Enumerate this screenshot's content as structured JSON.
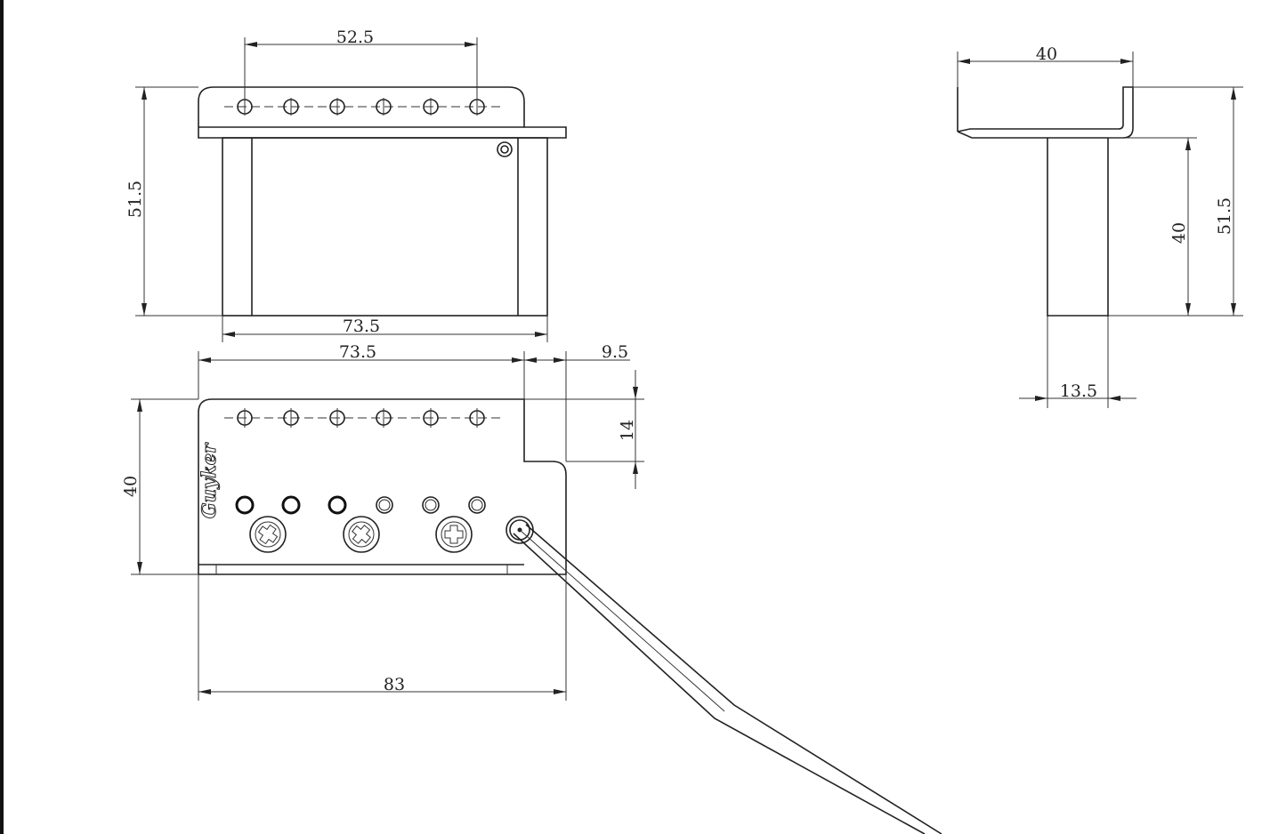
{
  "dimensions": {
    "top_hole_span": "52.5",
    "top_height": "51.5",
    "top_base_width": "73.5",
    "front_width": "73.5",
    "front_offset": "9.5",
    "front_step": "14",
    "front_height": "40",
    "front_overall_width": "83",
    "side_top_width": "40",
    "side_body_height": "40",
    "side_overall_height": "51.5",
    "side_depth": "13.5"
  },
  "logo_text": "Guyker",
  "colors": {
    "line": "#222222",
    "background": "#ffffff"
  }
}
